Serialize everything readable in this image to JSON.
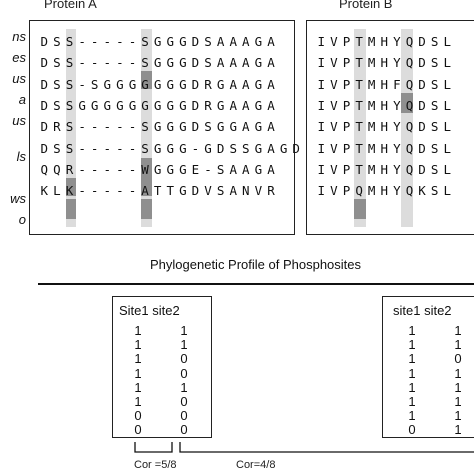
{
  "protein_a": {
    "title": "Protein A",
    "sequences": [
      "DSS-----SGGGDSAAAGA",
      "DSS-----SGGGDSAAAGA",
      "DSS-SGGGGGGGDRGAAGA",
      "DSSGGGGGGGGGDRGAAGA",
      "DRS-----SGGGDSGGAGA",
      "DSS-----SGGG-GDSSGAGD",
      "QQR-----WGGGE-SAAGA",
      "KLK-----ATTGDVSANVR"
    ]
  },
  "protein_b": {
    "title": "Protein B",
    "sequences": [
      "IVPTMHYQDSL",
      "IVPTMHYQDSL",
      "IVPTMHFQDSL",
      "IVPTMHYQDSL",
      "IVPTMHYQDSL",
      "IVPTMHYQDSL",
      "IVPTMHYQDSL",
      "IVPQMHYQKSL"
    ]
  },
  "species_suffixes": [
    "ns",
    "es",
    "us",
    "a",
    "us",
    "ls",
    "ws",
    "o"
  ],
  "profile": {
    "title": "Phylogenetic Profile of Phosphosites",
    "left": {
      "header": "Site1 site2",
      "site1": [
        "1",
        "1",
        "1",
        "1",
        "1",
        "1",
        "0",
        "0"
      ],
      "site2": [
        "1",
        "1",
        "0",
        "0",
        "1",
        "0",
        "0",
        "0"
      ]
    },
    "right": {
      "header": "site1 site2",
      "site1": [
        "1",
        "1",
        "1",
        "1",
        "1",
        "1",
        "1",
        "0"
      ],
      "site2": [
        "1",
        "1",
        "0",
        "1",
        "1",
        "1",
        "1",
        "1"
      ]
    }
  },
  "correlations": {
    "left": "Cor =5/8",
    "right": "Cor=4/8"
  }
}
